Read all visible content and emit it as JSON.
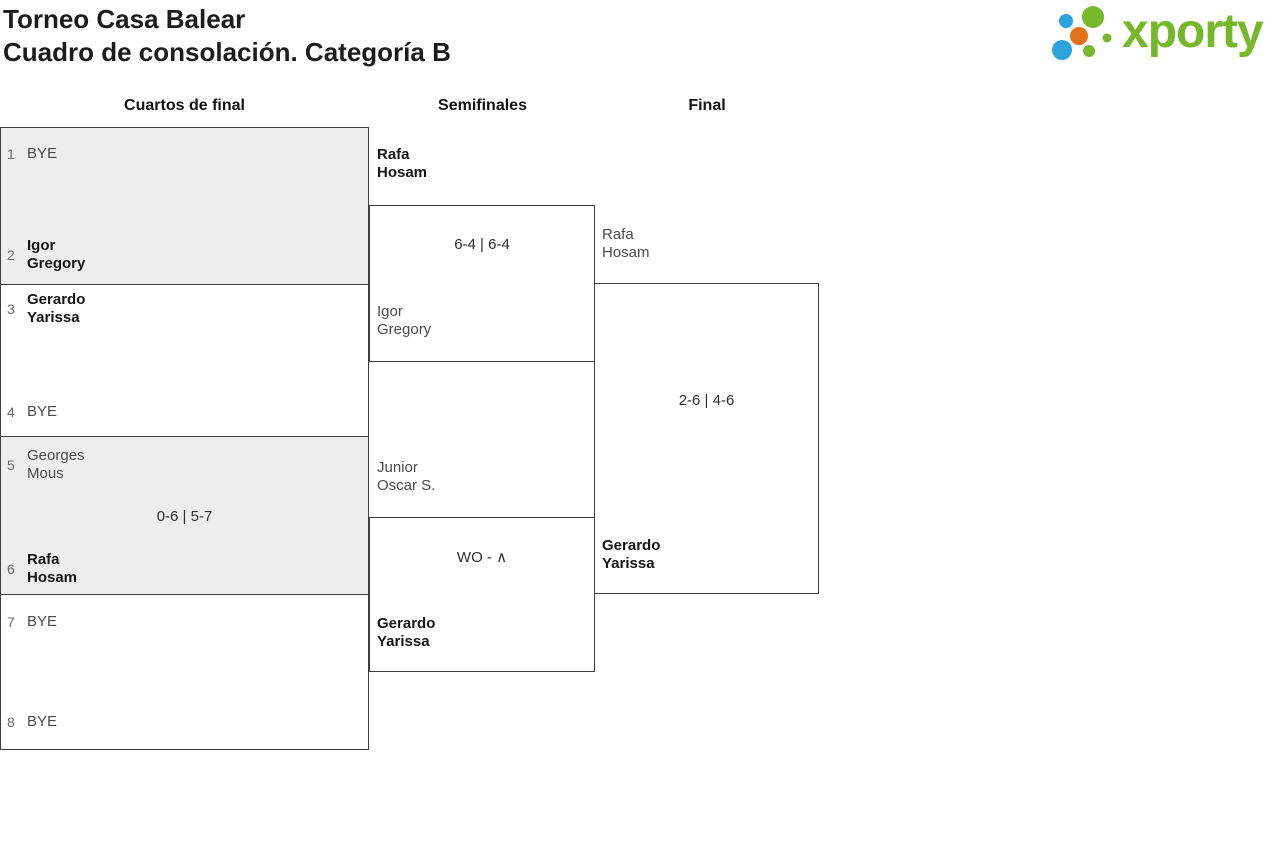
{
  "header": {
    "title_line1": "Torneo Casa Balear",
    "title_line2": "Cuadro de consolación. Categoría B",
    "logo_text": "xporty"
  },
  "brand": {
    "green": "#76b829",
    "blue": "#2BA3DC",
    "orange": "#E4711C"
  },
  "round_headers": {
    "quarterfinals": "Cuartos de final",
    "semifinals": "Semifinales",
    "final": "Final"
  },
  "quarterfinals": {
    "match1": {
      "entry1": {
        "seed": "1",
        "line1": "BYE"
      },
      "entry2": {
        "seed": "2",
        "line1": "Igor",
        "line2": "Gregory"
      }
    },
    "match2": {
      "entry1": {
        "seed": "3",
        "line1": "Gerardo",
        "line2": "Yarissa"
      },
      "entry2": {
        "seed": "4",
        "line1": "BYE"
      }
    },
    "match3": {
      "entry1": {
        "seed": "5",
        "line1": "Georges",
        "line2": "Mous"
      },
      "score": "0-6 | 5-7",
      "entry2": {
        "seed": "6",
        "line1": "Rafa",
        "line2": "Hosam"
      }
    },
    "match4": {
      "entry1": {
        "seed": "7",
        "line1": "BYE"
      },
      "entry2": {
        "seed": "8",
        "line1": "BYE"
      }
    }
  },
  "semifinals": {
    "match1": {
      "top": {
        "line1": "Rafa",
        "line2": "Hosam"
      },
      "score": "6-4 | 6-4",
      "bottom": {
        "line1": "Igor",
        "line2": "Gregory"
      }
    },
    "match2": {
      "top": {
        "line1": "Junior",
        "line2": "Oscar S."
      },
      "score": "WO - ∧",
      "bottom": {
        "line1": "Gerardo",
        "line2": "Yarissa"
      }
    }
  },
  "final": {
    "top": {
      "line1": "Rafa",
      "line2": "Hosam"
    },
    "score": "2-6 | 4-6",
    "bottom": {
      "line1": "Gerardo",
      "line2": "Yarissa"
    }
  }
}
